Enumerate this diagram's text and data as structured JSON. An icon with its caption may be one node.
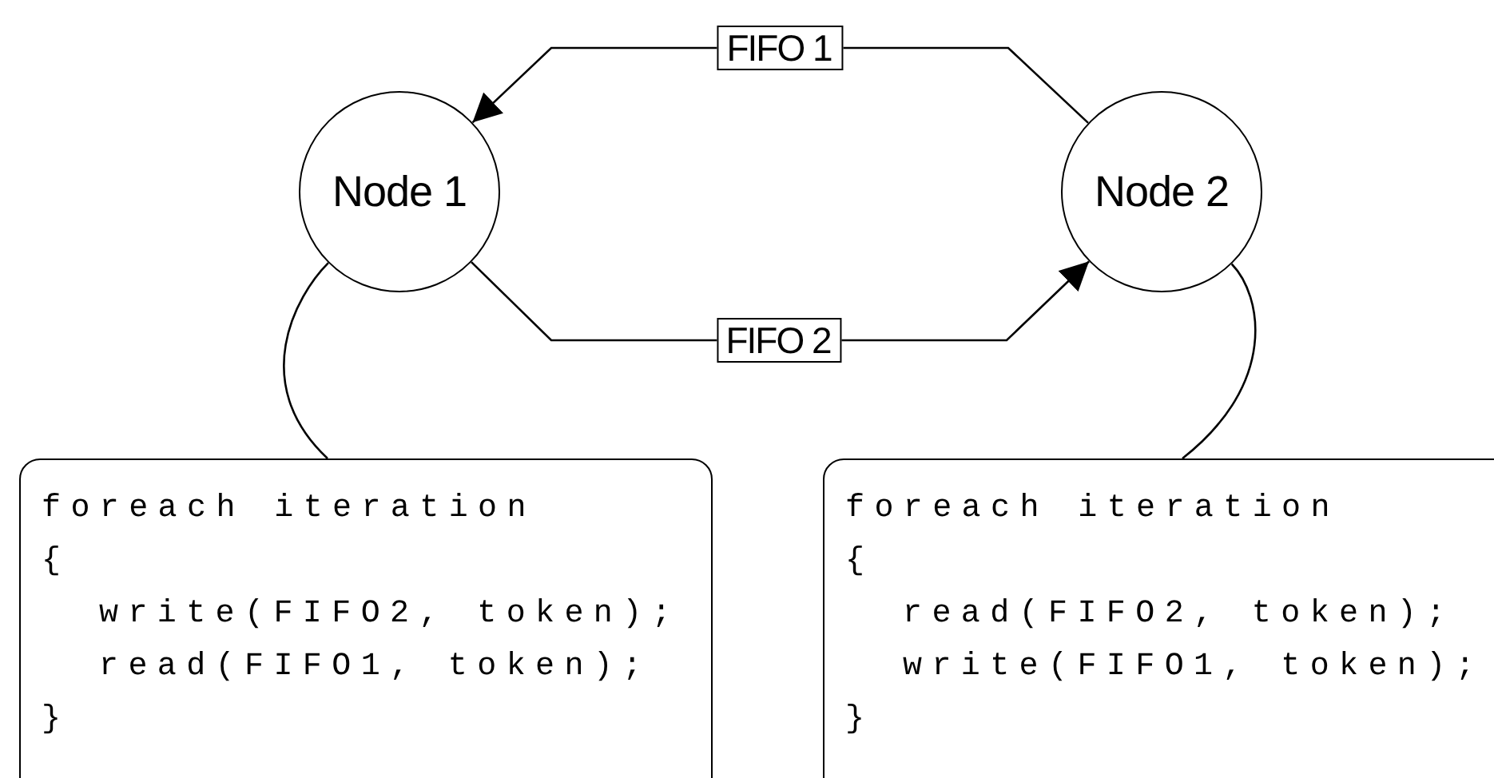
{
  "diagram": {
    "nodes": [
      {
        "text": [
          "Node 1"
        ]
      },
      {
        "text": [
          "Node 2"
        ]
      },
      {
        "text": [
          "foreach iteration",
          "{",
          "write(FIFO2, token);",
          "read(FIFO1, token);",
          "}"
        ]
      },
      {
        "text": [
          "foreach iteration",
          "{",
          "read(FIFO2, token);",
          "write(FIFO1, token);",
          "}"
        ]
      }
    ],
    "edges": [
      {
        "from": 1,
        "to": 0,
        "arrow": "to",
        "label": "FIFO 1"
      },
      {
        "from": 0,
        "to": 1,
        "arrow": "to",
        "label": "FIFO 2"
      },
      {
        "from": 0,
        "to": 2,
        "arrow": "none"
      },
      {
        "from": 1,
        "to": 3,
        "arrow": "none"
      }
    ]
  }
}
